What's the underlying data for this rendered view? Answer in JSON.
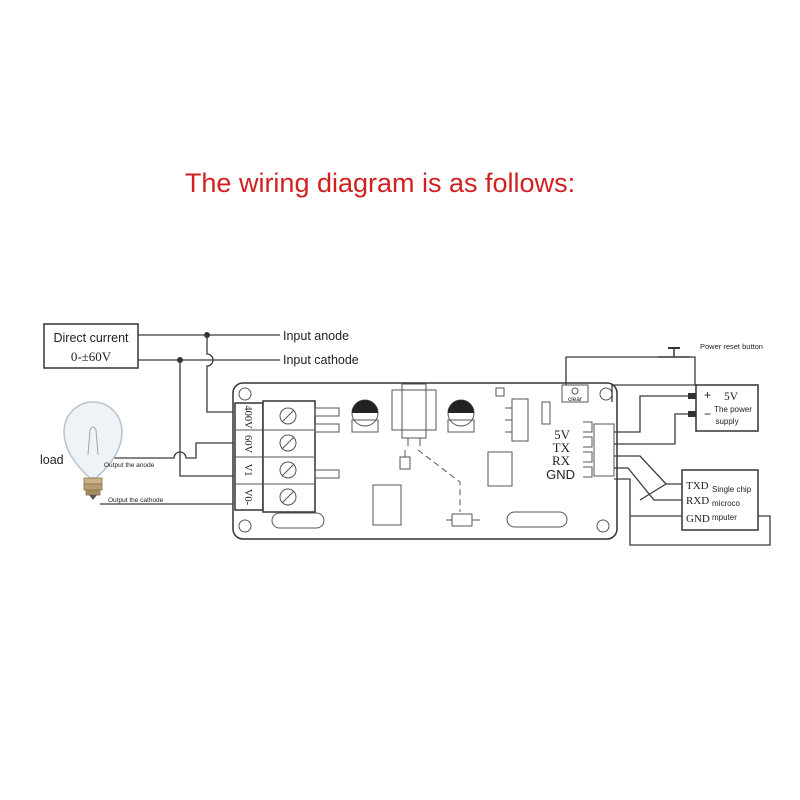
{
  "title": "The wiring diagram is as follows:",
  "dc_box": {
    "line1": "Direct current",
    "line2": "0-±60V"
  },
  "labels": {
    "input_anode": "Input anode",
    "input_cathode": "Input cathode",
    "load": "load",
    "output_anode": "Output the anode",
    "output_cathode": "Output the cathode",
    "power_reset": "Power reset button",
    "clear": "clear"
  },
  "terminals": [
    "400V",
    "60V",
    "V1",
    "V0-"
  ],
  "pins": [
    "5V",
    "TX",
    "RX",
    "GND"
  ],
  "power_supply": {
    "plus": "+",
    "voltage": "5V",
    "minus": "−",
    "line1": "The power",
    "line2": "supply"
  },
  "mcu": {
    "pins": [
      "TXD",
      "RXD",
      "GND"
    ],
    "line1": "Single chip",
    "line2": "microco",
    "line3": "mputer"
  }
}
